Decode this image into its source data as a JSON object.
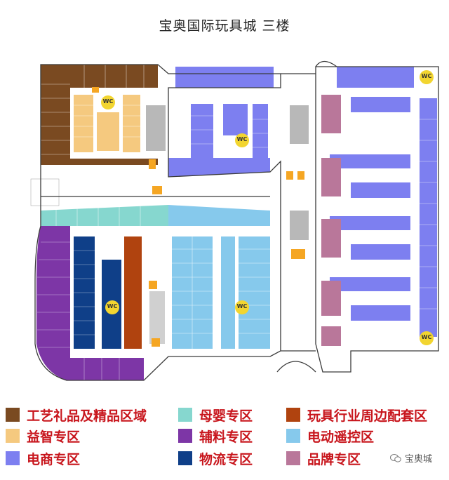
{
  "title": "宝奥国际玩具城 三楼",
  "colors": {
    "craft": "#7a4a21",
    "puzzle": "#f5c97f",
    "ecommerce": "#7d7ff0",
    "maternal": "#86d7cf",
    "accessory": "#7d36a6",
    "logistics": "#0f3f88",
    "periphery": "#b0430f",
    "remote": "#86c9ec",
    "brand": "#b9779a",
    "corridor": "#ffffff",
    "wall": "#3a3a3a",
    "facility": "#f5a623",
    "stair": "#b8b8b8"
  },
  "map": {
    "wc_label": "WC"
  },
  "legend": [
    {
      "key": "craft",
      "label": "工艺礼品及精品区域"
    },
    {
      "key": "maternal",
      "label": "母婴专区"
    },
    {
      "key": "periphery",
      "label": "玩具行业周边配套区"
    },
    {
      "key": "puzzle",
      "label": "益智专区"
    },
    {
      "key": "accessory",
      "label": "辅料专区"
    },
    {
      "key": "remote",
      "label": "电动遥控区"
    },
    {
      "key": "ecommerce",
      "label": "电商专区"
    },
    {
      "key": "logistics",
      "label": "物流专区"
    },
    {
      "key": "brand",
      "label": "品牌专区"
    }
  ],
  "watermark": {
    "text": "宝奥城",
    "icon": "wechat-icon"
  }
}
